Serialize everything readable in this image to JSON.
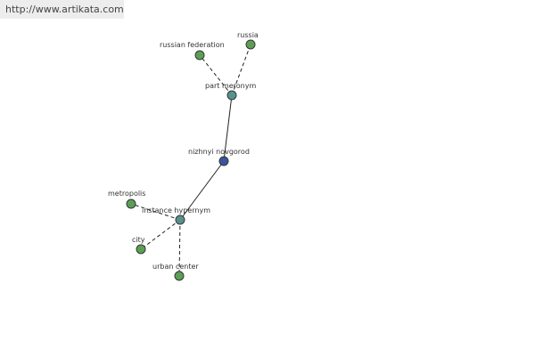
{
  "header": {
    "url": "http://www.artikata.com"
  },
  "colors": {
    "leaf": "#5f9d57",
    "relation": "#5a8f8f",
    "center": "#3f52a1",
    "stroke": "#2f3d2f",
    "edge": "#222222"
  },
  "nodes": {
    "center": {
      "label": "nizhnyi novgorod"
    },
    "part_meronym": {
      "label": "part meronym"
    },
    "russian_federation": {
      "label": "russian federation"
    },
    "russia": {
      "label": "russia"
    },
    "instance_hypernym": {
      "label": "instance hypernym"
    },
    "metropolis": {
      "label": "metropolis"
    },
    "city": {
      "label": "city"
    },
    "urban_center": {
      "label": "urban center"
    }
  }
}
